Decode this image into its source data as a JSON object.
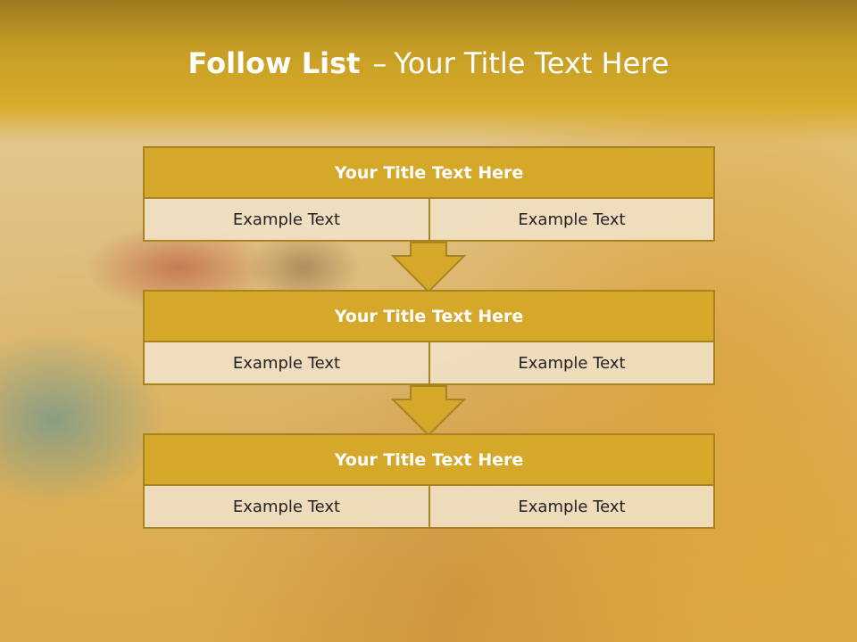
{
  "title": {
    "bold": "Follow List",
    "separator": "–",
    "rest": "Your Title Text Here"
  },
  "blocks": [
    {
      "title": "Your Title Text Here",
      "left": "Example Text",
      "right": "Example Text"
    },
    {
      "title": "Your Title Text Here",
      "left": "Example Text",
      "right": "Example Text"
    },
    {
      "title": "Your Title Text Here",
      "left": "Example Text",
      "right": "Example Text"
    }
  ],
  "colors": {
    "header_band": "#d8ac2a",
    "block_title_fill": "#d6a82a",
    "block_border": "#a88420",
    "cell_fill": "#f0e0c4",
    "arrow_fill": "#d6a82a"
  },
  "background": {
    "description_icon": "autumn-leaves-photo"
  }
}
